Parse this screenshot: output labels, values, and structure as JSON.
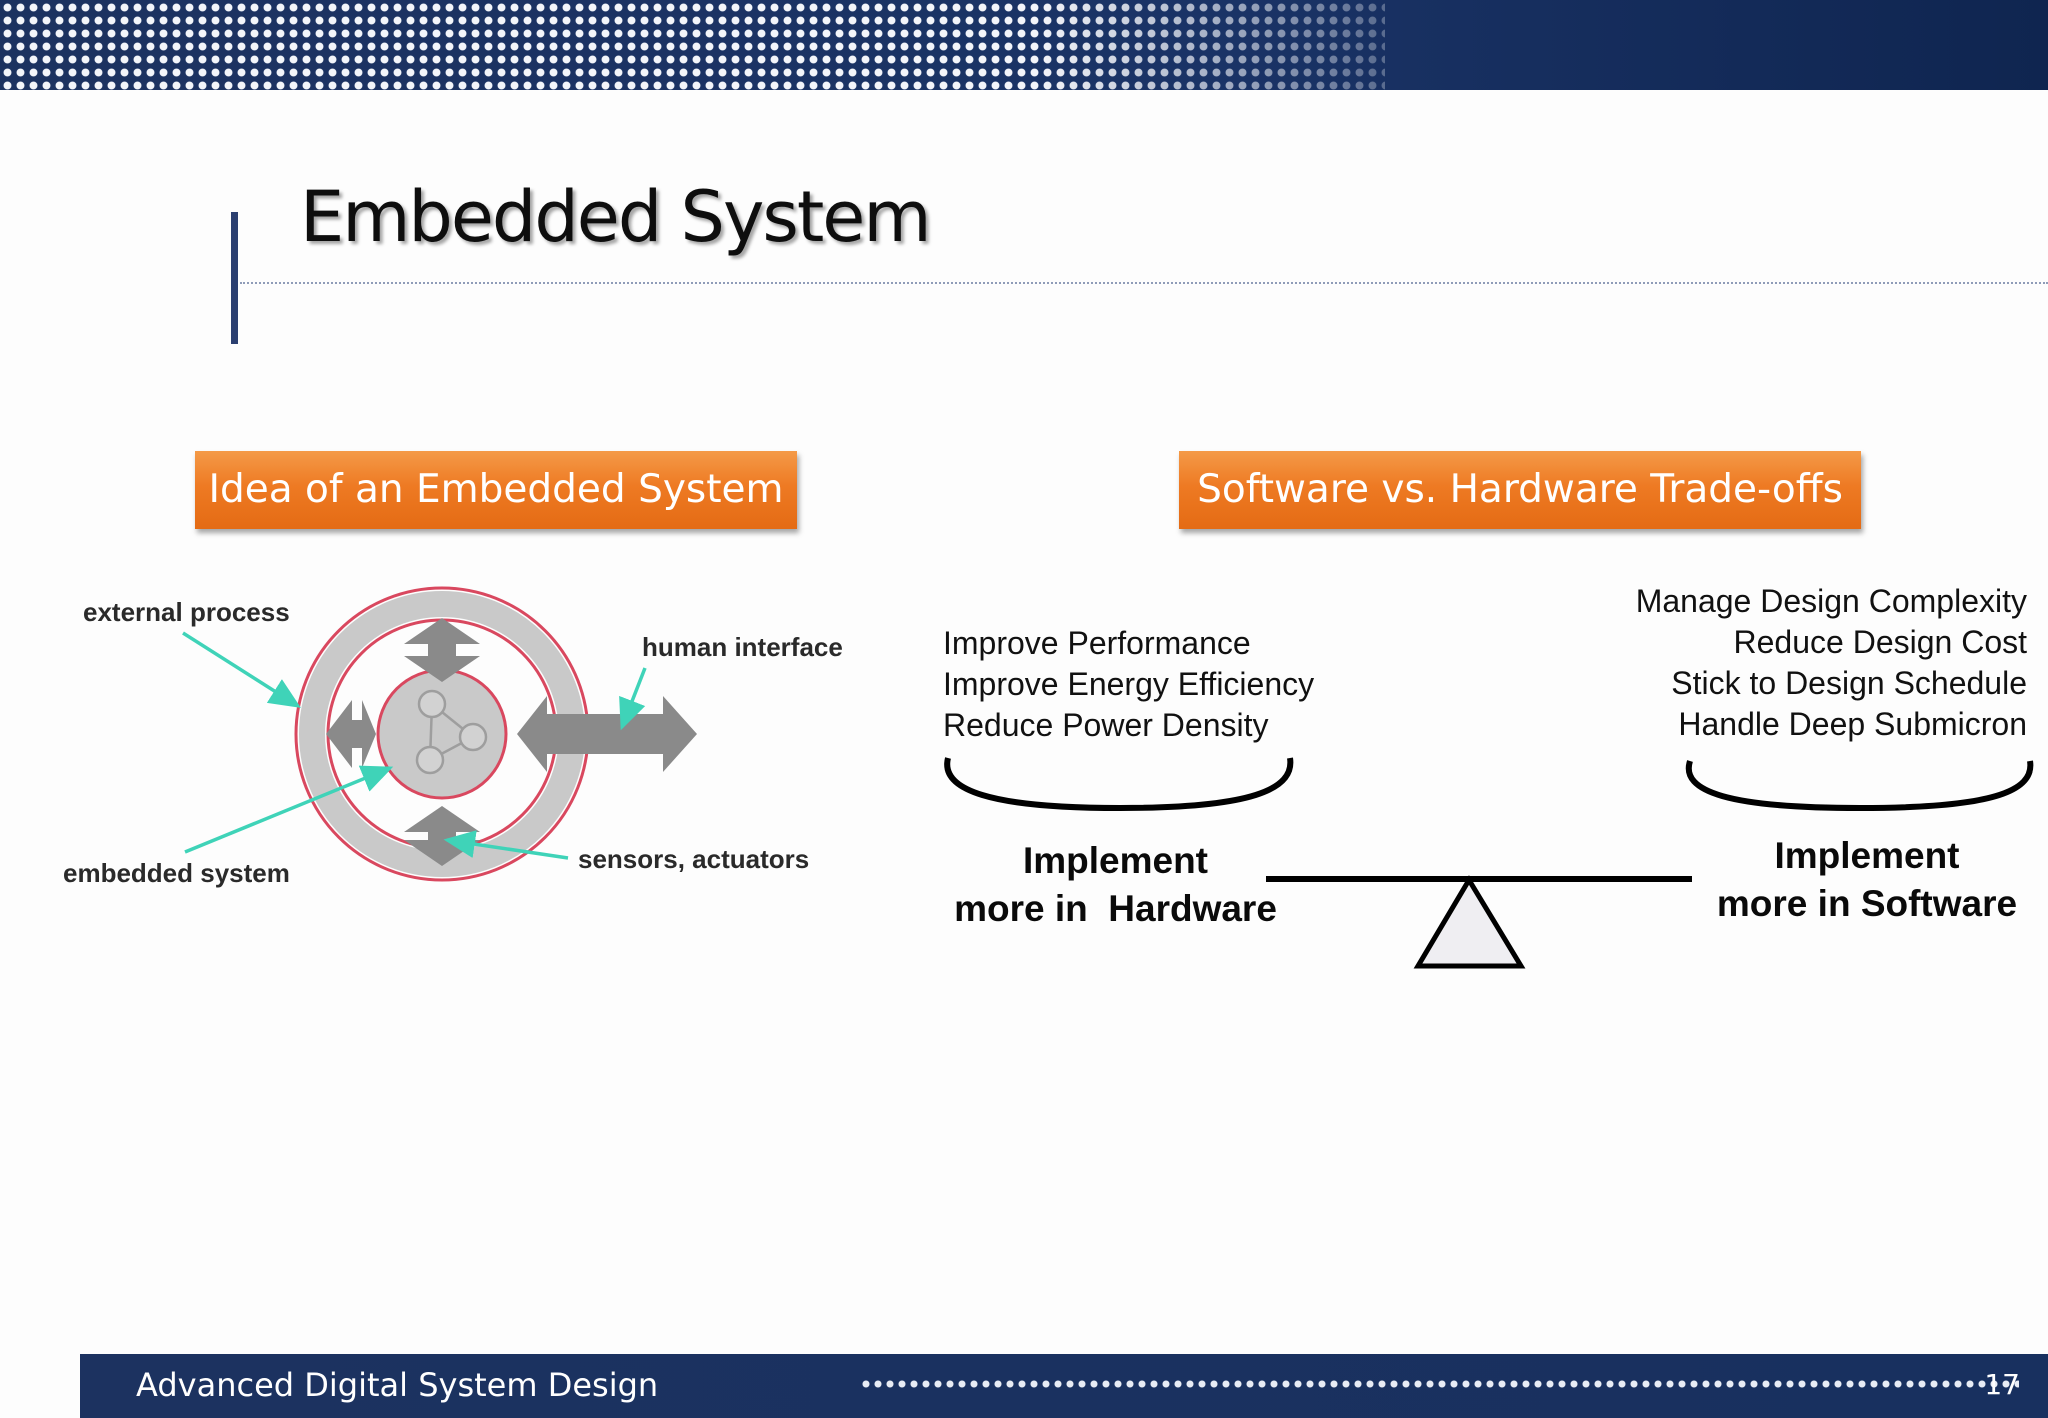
{
  "slide": {
    "title": "Embedded System",
    "left_section": {
      "heading": "Idea of an Embedded System",
      "diagram_labels": {
        "external_process": "external process",
        "human_interface": "human interface",
        "embedded_system": "embedded system",
        "sensors_actuators": "sensors, actuators"
      }
    },
    "right_section": {
      "heading": "Software vs. Hardware Trade-offs",
      "hardware_goals": [
        "Improve Performance",
        "Improve Energy Efficiency",
        "Reduce Power Density"
      ],
      "software_goals": [
        "Manage Design Complexity",
        "Reduce Design Cost",
        "Stick to Design Schedule",
        "Handle Deep Submicron"
      ],
      "hardware_label": "Implement\nmore in  Hardware",
      "software_label": "Implement\nmore in Software"
    }
  },
  "footer": {
    "course": "Advanced Digital System Design",
    "page_number": "17"
  },
  "colors": {
    "navy": "#1c3260",
    "orange": "#ee7a23",
    "teal_arrow": "#3fd3b8",
    "ring_red": "#d9485f",
    "ring_gray": "#c9c9c9"
  }
}
